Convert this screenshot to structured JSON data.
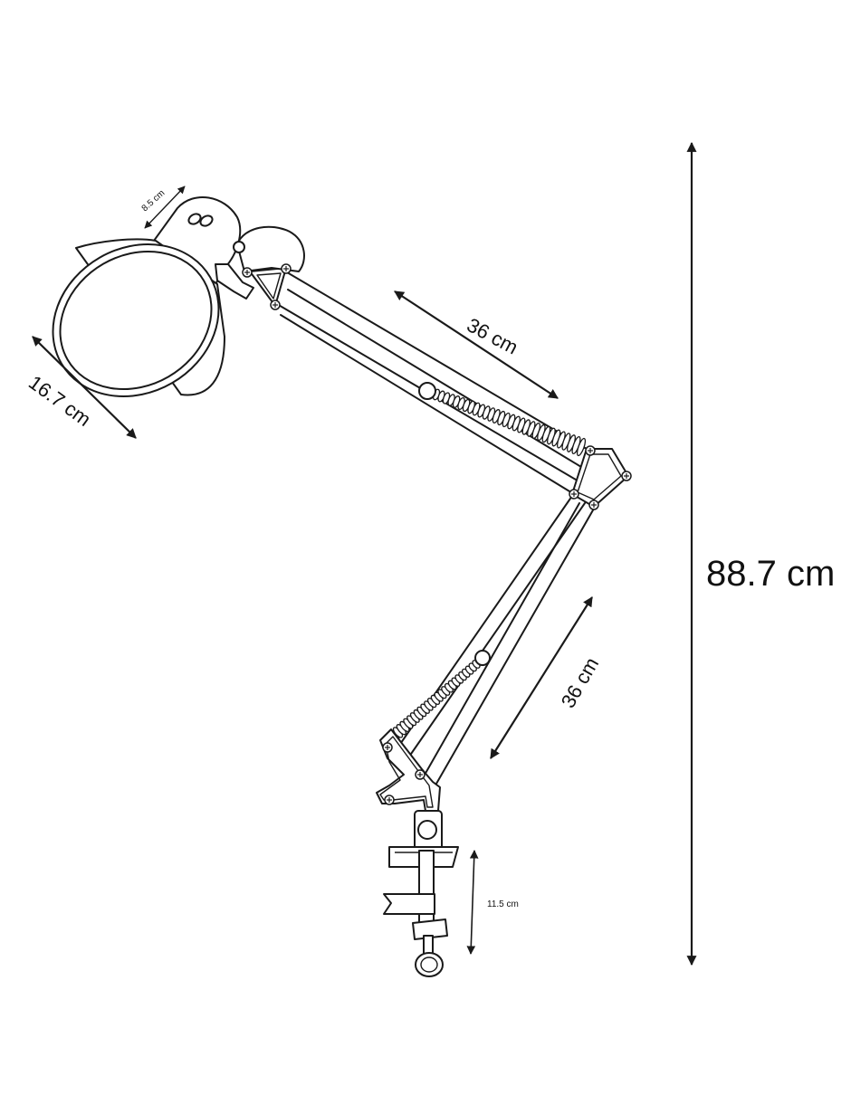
{
  "colors": {
    "line": "#1a1a1a",
    "background": "#ffffff"
  },
  "dimensions": {
    "total_height": "88.7 cm",
    "upper_arm": "36 cm",
    "lower_arm": "36 cm",
    "shade_diameter": "16.7 cm",
    "shade_depth": "8.5 cm",
    "clamp_opening": "11.5 cm"
  }
}
